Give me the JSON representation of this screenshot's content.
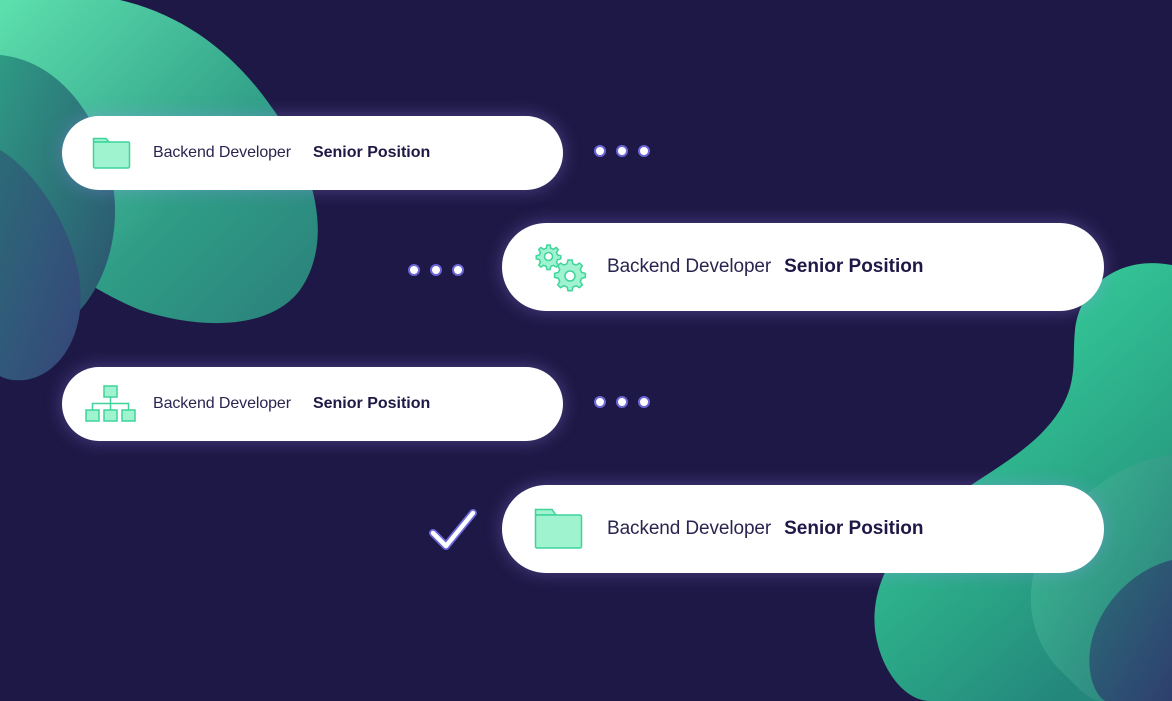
{
  "colors": {
    "background": "#1e1846",
    "card": "#ffffff",
    "accent_green": "#3fe3a7",
    "icon_fill": "#9ff3cf",
    "icon_stroke": "#3fd49b",
    "text_dark": "#1e1846"
  },
  "rows": [
    {
      "role": "Backend Developer",
      "level": "Senior Position",
      "icon": "folder-icon",
      "status": "pending-dots"
    },
    {
      "role": "Backend Developer",
      "level": "Senior Position",
      "icon": "gears-icon",
      "status": "pending-dots"
    },
    {
      "role": "Backend Developer",
      "level": "Senior Position",
      "icon": "hierarchy-icon",
      "status": "pending-dots"
    },
    {
      "role": "Backend Developer",
      "level": "Senior Position",
      "icon": "folder-icon",
      "status": "checkmark"
    }
  ]
}
